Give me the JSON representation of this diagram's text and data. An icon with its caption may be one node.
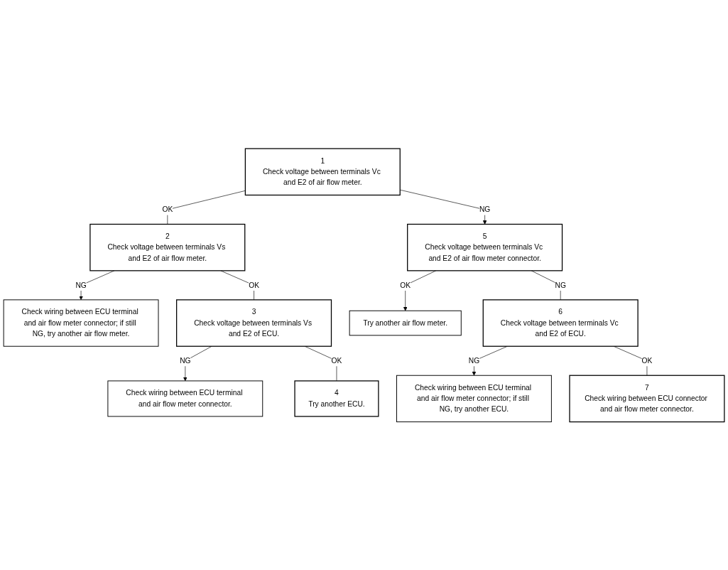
{
  "diagram": {
    "nodes": [
      {
        "text": [
          "1",
          "Check voltage between terminals Vc and E2 of air flow meter."
        ]
      },
      {
        "text": [
          "2",
          "Check voltage between terminals Vs and E2 of air flow meter."
        ]
      },
      {
        "text": [
          "Check wiring between ECU terminal and air flow meter connector; if still NG, try another air flow meter."
        ]
      },
      {
        "text": [
          "3",
          "Check voltage between terminals Vs and E2 of ECU."
        ]
      },
      {
        "text": [
          "Check wiring between ECU terminal and air flow meter connector."
        ]
      },
      {
        "text": [
          "4",
          "Try another ECU."
        ]
      },
      {
        "text": [
          "5",
          "Check voltage between terminals Vc and E2 of air flow meter connector."
        ]
      },
      {
        "text": [
          "Try another air flow meter."
        ]
      },
      {
        "text": [
          "6",
          "Check voltage between terminals Vc and E2 of ECU."
        ]
      },
      {
        "text": [
          "Check wiring between ECU terminal and air flow meter connector; if still NG, try another ECU."
        ]
      },
      {
        "text": [
          "7",
          "Check wiring between ECU connector and air flow meter connector."
        ]
      }
    ],
    "edges": [
      {
        "from": 0,
        "to": 1,
        "arrow": "none",
        "label": "OK"
      },
      {
        "from": 0,
        "to": 6,
        "arrow": "to",
        "label": "NG"
      },
      {
        "from": 1,
        "to": 2,
        "arrow": "to",
        "label": "NG"
      },
      {
        "from": 1,
        "to": 3,
        "arrow": "none",
        "label": "OK"
      },
      {
        "from": 3,
        "to": 4,
        "arrow": "to",
        "label": "NG"
      },
      {
        "from": 3,
        "to": 5,
        "arrow": "none",
        "label": "OK"
      },
      {
        "from": 6,
        "to": 7,
        "arrow": "to",
        "label": "OK"
      },
      {
        "from": 6,
        "to": 8,
        "arrow": "none",
        "label": "NG"
      },
      {
        "from": 8,
        "to": 9,
        "arrow": "to",
        "label": "NG"
      },
      {
        "from": 8,
        "to": 10,
        "arrow": "none",
        "label": "OK"
      }
    ]
  }
}
